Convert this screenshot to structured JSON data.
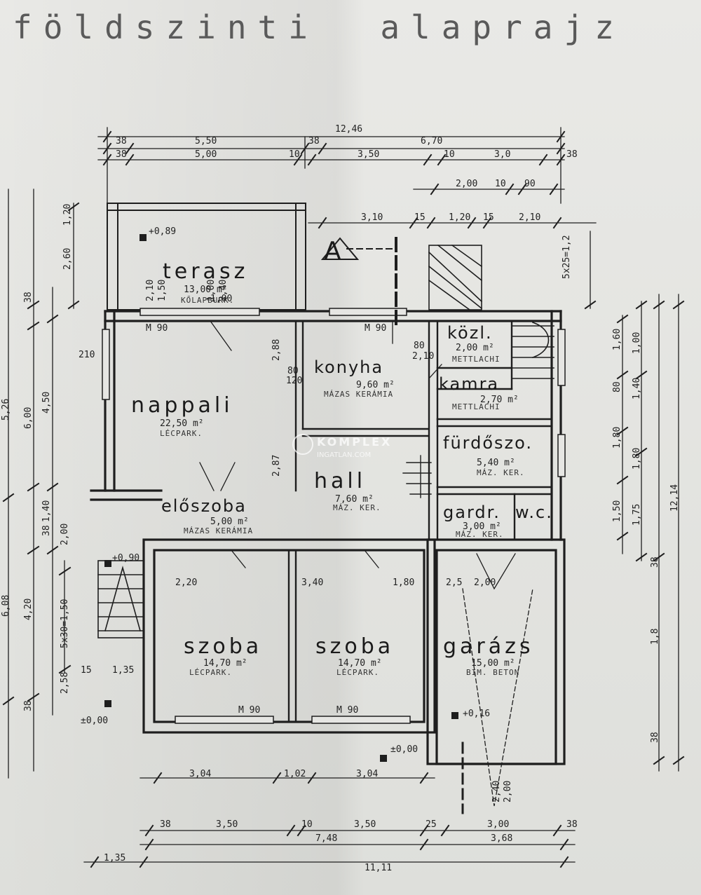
{
  "title": "földszinti  alaprajz",
  "rooms": {
    "terasz": {
      "name": "terasz",
      "area": "13,00 m²",
      "floor": "KŐLAPBURK."
    },
    "nappali": {
      "name": "nappali",
      "area": "22,50 m²",
      "floor": "LÉCPARK."
    },
    "konyha": {
      "name": "konyha",
      "area": "9,60 m²",
      "floor": "MÁZAS KERÁMIA"
    },
    "kozl": {
      "name": "közl.",
      "area": "2,00 m²",
      "floor": "METTLACHI"
    },
    "kamra": {
      "name": "kamra",
      "area": "2,70 m²",
      "floor": "METTLACHI"
    },
    "furdo": {
      "name": "fürdőszo.",
      "area": "5,40 m²",
      "floor": "MÁZ. KER."
    },
    "hall": {
      "name": "hall",
      "area": "7,60 m²",
      "floor": "MÁZ. KER."
    },
    "eloszoba": {
      "name": "előszoba",
      "area": "5,00 m²",
      "floor": "MÁZAS KERÁMIA"
    },
    "gardr": {
      "name": "gardr.",
      "area": "3,00 m²",
      "floor": "MÁZ. KER."
    },
    "wc": {
      "name": "w.c."
    },
    "szoba1": {
      "name": "szoba",
      "area": "14,70 m²",
      "floor": "LÉCPARK."
    },
    "szoba2": {
      "name": "szoba",
      "area": "14,70 m²",
      "floor": "LÉCPARK."
    },
    "garazs": {
      "name": "garázs",
      "area": "15,00 m²",
      "floor": "BIM. BETON"
    }
  },
  "levels": {
    "terrace": "+0,89",
    "entry": "+0,90",
    "ground_left": "±0,00",
    "ground_mid": "±0,00",
    "garage": "+0,16"
  },
  "section_mark": "A",
  "dims_top": [
    "12,46",
    "38",
    "5,50",
    "38",
    "6,70",
    "38",
    "5,00",
    "10",
    "3,50",
    "10",
    "3,0",
    "38",
    "2,00",
    "10",
    "90",
    "3,10",
    "15",
    "1,20",
    "15",
    "2,10",
    "5x25=1,2"
  ],
  "dims_bottom": [
    "3,04",
    "1,02",
    "3,04",
    "38",
    "3,50",
    "10",
    "3,50",
    "25",
    "3,00",
    "38",
    "7,48",
    "3,68",
    "11,11",
    "1,35"
  ],
  "dims_left": [
    "1,20",
    "2,60",
    "38",
    "5,26",
    "6,00",
    "4,50",
    "1,40",
    "2,00",
    "38",
    "6,08",
    "4,20",
    "5x30=1,50",
    "2,58",
    "15",
    "1,35",
    "38"
  ],
  "dims_right": [
    "1,60",
    "1,00",
    "1,40",
    "80",
    "1,80",
    "1,80",
    "1,50",
    "1,75",
    "12,14",
    "38",
    "1,8",
    "38"
  ],
  "door_window_labels": [
    "M 90",
    "M 90",
    "M 90",
    "M 90",
    "2,10",
    "1,50",
    "1,00",
    "2,40",
    "2,88",
    "2,87",
    "80",
    "210",
    "120"
  ],
  "interior_dims": [
    "2,20",
    "3,40",
    "1,80",
    "2,00",
    "2,5",
    "1,00",
    "80",
    "2,10",
    "2,40",
    "2,00"
  ],
  "watermark": {
    "brand": "KOMPLEX",
    "sub": "INGATLAN.COM"
  }
}
